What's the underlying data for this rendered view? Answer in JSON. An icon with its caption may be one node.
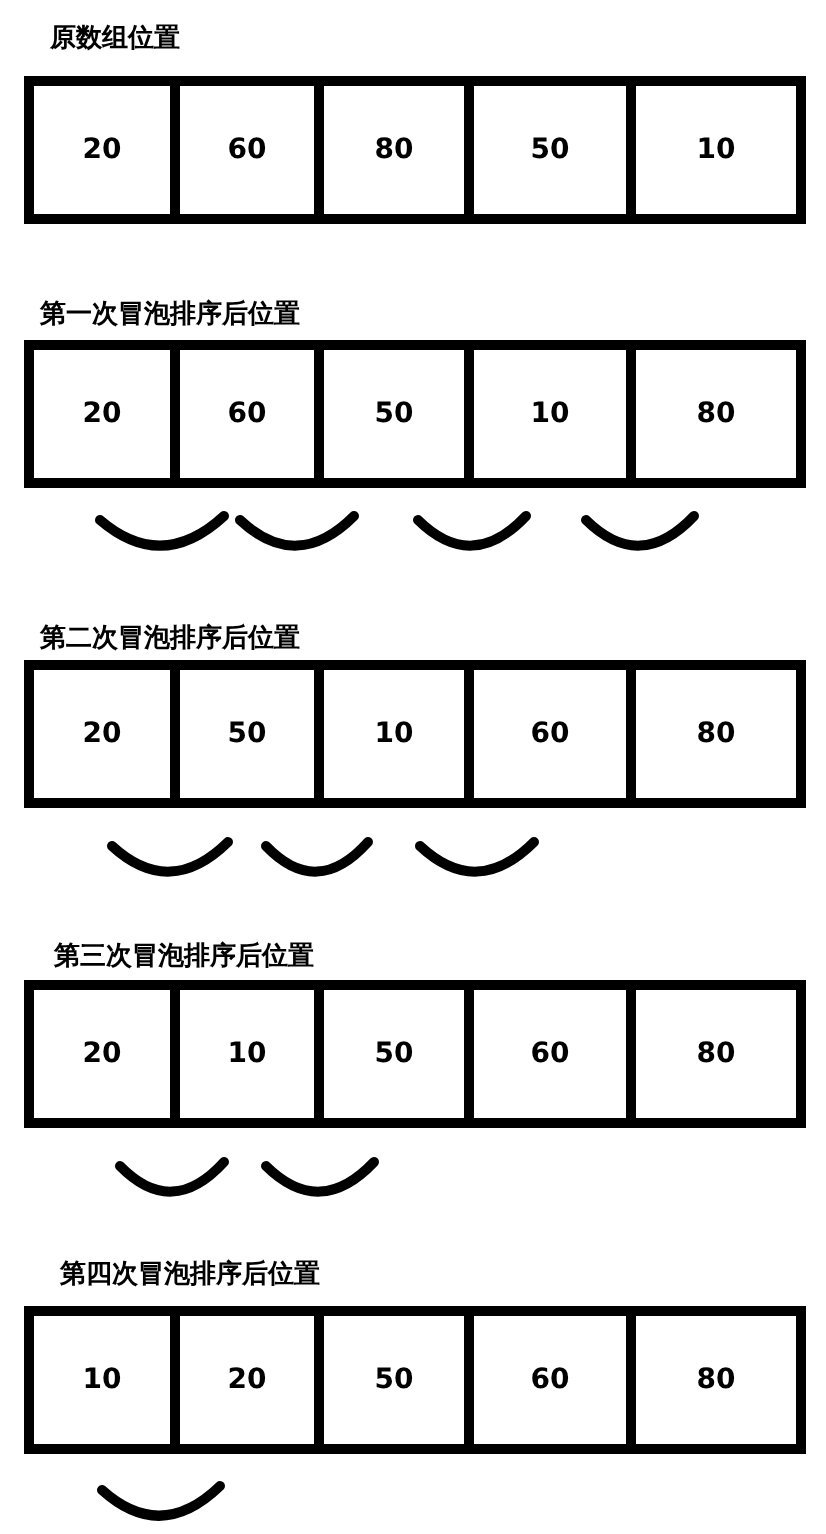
{
  "diagram": {
    "nodes": [
      {
        "text": [
          "20"
        ]
      },
      {
        "text": [
          "60"
        ]
      },
      {
        "text": [
          "80"
        ]
      },
      {
        "text": [
          "50"
        ]
      },
      {
        "text": [
          "10"
        ]
      },
      {
        "text": [
          "20"
        ]
      },
      {
        "text": [
          "60"
        ]
      },
      {
        "text": [
          "50"
        ]
      },
      {
        "text": [
          "10"
        ]
      },
      {
        "text": [
          "80"
        ]
      },
      {
        "text": [
          "20"
        ]
      },
      {
        "text": [
          "50"
        ]
      },
      {
        "text": [
          "10"
        ]
      },
      {
        "text": [
          "60"
        ]
      },
      {
        "text": [
          "80"
        ]
      },
      {
        "text": [
          "20"
        ]
      },
      {
        "text": [
          "10"
        ]
      },
      {
        "text": [
          "50"
        ]
      },
      {
        "text": [
          "60"
        ]
      },
      {
        "text": [
          "80"
        ]
      },
      {
        "text": [
          "10"
        ]
      },
      {
        "text": [
          "20"
        ]
      },
      {
        "text": [
          "50"
        ]
      },
      {
        "text": [
          "60"
        ]
      },
      {
        "text": [
          "80"
        ]
      }
    ],
    "labels": [
      "原数组位置",
      "第一次冒泡排序后位置",
      "第二次冒泡排序后位置",
      "第三次冒泡排序后位置",
      "第四次冒泡排序后位置"
    ]
  }
}
